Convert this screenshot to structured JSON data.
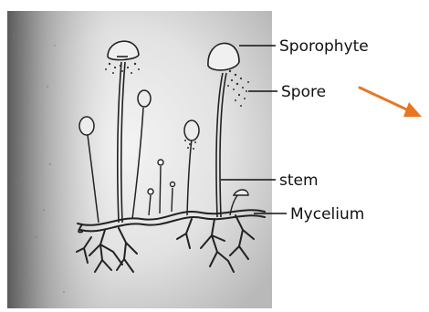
{
  "labels": {
    "sporophyte": "Sporophyte",
    "spore": "Spore",
    "stem": "stem",
    "mycelium": "Mycelium"
  },
  "colors": {
    "background": "#ffffff",
    "ink": "#222222",
    "arrow": "#e87722",
    "paper_shadow": "#8a8a8a"
  }
}
